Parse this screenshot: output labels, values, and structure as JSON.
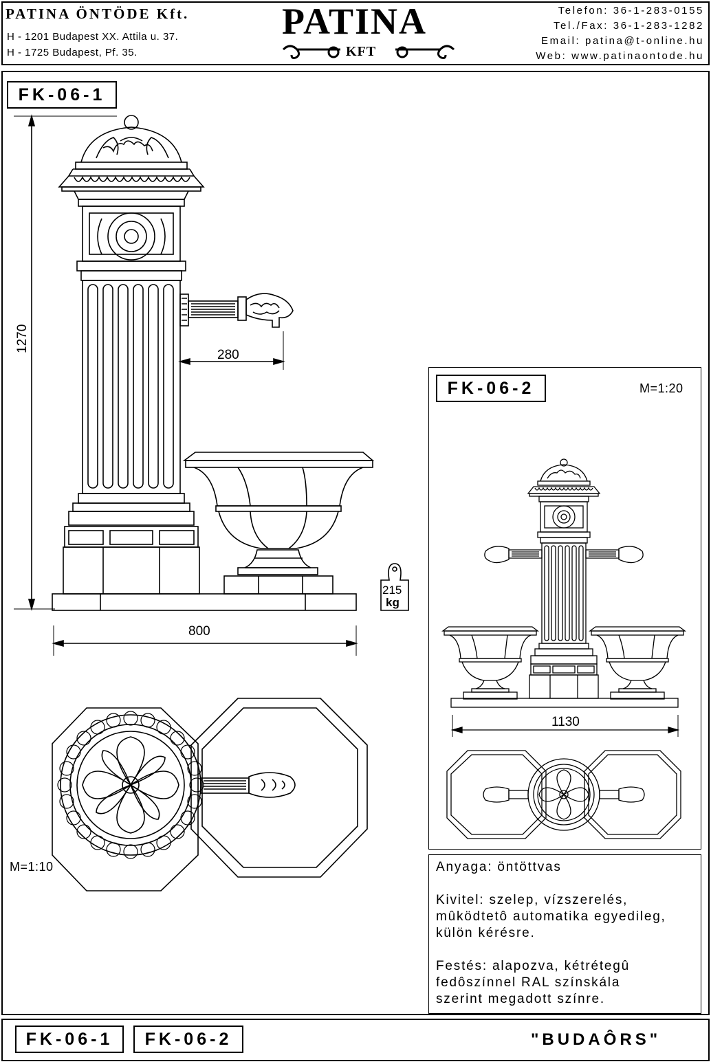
{
  "header": {
    "company": "PATINA ÖNTÖDE Kft.",
    "address1": "H - 1201 Budapest XX. Attila u. 37.",
    "address2": "H - 1725 Budapest, Pf. 35.",
    "logo_title": "PATINA",
    "logo_sub": "KFT",
    "phone": "Telefon: 36-1-283-0155",
    "fax": "Tel./Fax: 36-1-283-1282",
    "email": "Email: patina@t-online.hu",
    "web": "Web: www.patinaontode.hu"
  },
  "drawing1": {
    "code": "FK-06-1",
    "height_dim": "1270",
    "spout_dim": "280",
    "width_dim": "800",
    "weight_value": "215",
    "weight_unit": "kg",
    "scale": "M=1:10"
  },
  "drawing2": {
    "code": "FK-06-2",
    "scale": "M=1:20",
    "width_dim": "1130"
  },
  "specs": {
    "material": "Anyaga: öntöttvas",
    "execution_line1": "Kivitel: szelep, vízszerelés,",
    "execution_line2": "mûködtetô automatika egyedileg,",
    "execution_line3": "külön kérésre.",
    "paint_line1": "Festés: alapozva, kétrétegû",
    "paint_line2": "fedôszínnel RAL színskála",
    "paint_line3": "szerint megadott színre."
  },
  "footer": {
    "code1": "FK-06-1",
    "code2": "FK-06-2",
    "name": "\"BUDAÔRS\""
  }
}
